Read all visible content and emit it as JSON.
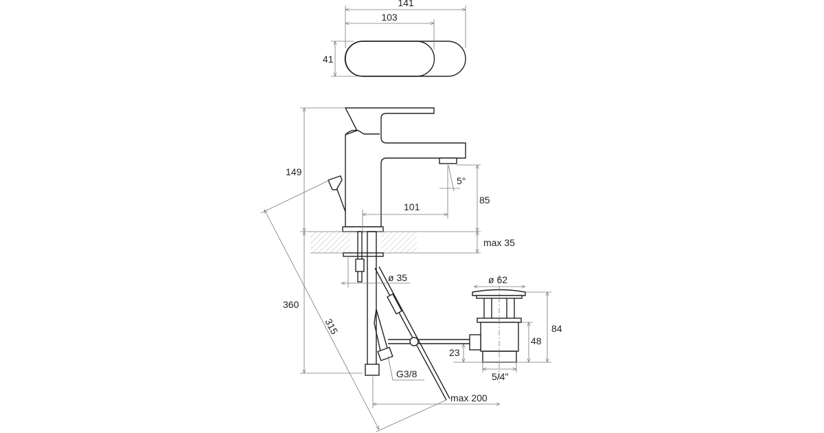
{
  "title": "Basin mixer dimensional drawing",
  "top_view": {
    "overall_length": "141",
    "handle_length": "103",
    "width": "41"
  },
  "side_view": {
    "height": "149",
    "spout_height": "85",
    "spout_reach": "101",
    "spout_angle": "5°",
    "countertop_thickness": "max 35",
    "hole_diameter": "ø 35",
    "hose_length": "360",
    "pull_rod_length": "315",
    "connection_thread": "G3/8",
    "max_distance": "max 200"
  },
  "waste_valve": {
    "diameter": "ø 62",
    "total_height": "84",
    "body_height": "48",
    "rod_height": "23",
    "thread": "5/4\""
  },
  "colors": {
    "line": "#222222",
    "dimension": "#777777"
  }
}
